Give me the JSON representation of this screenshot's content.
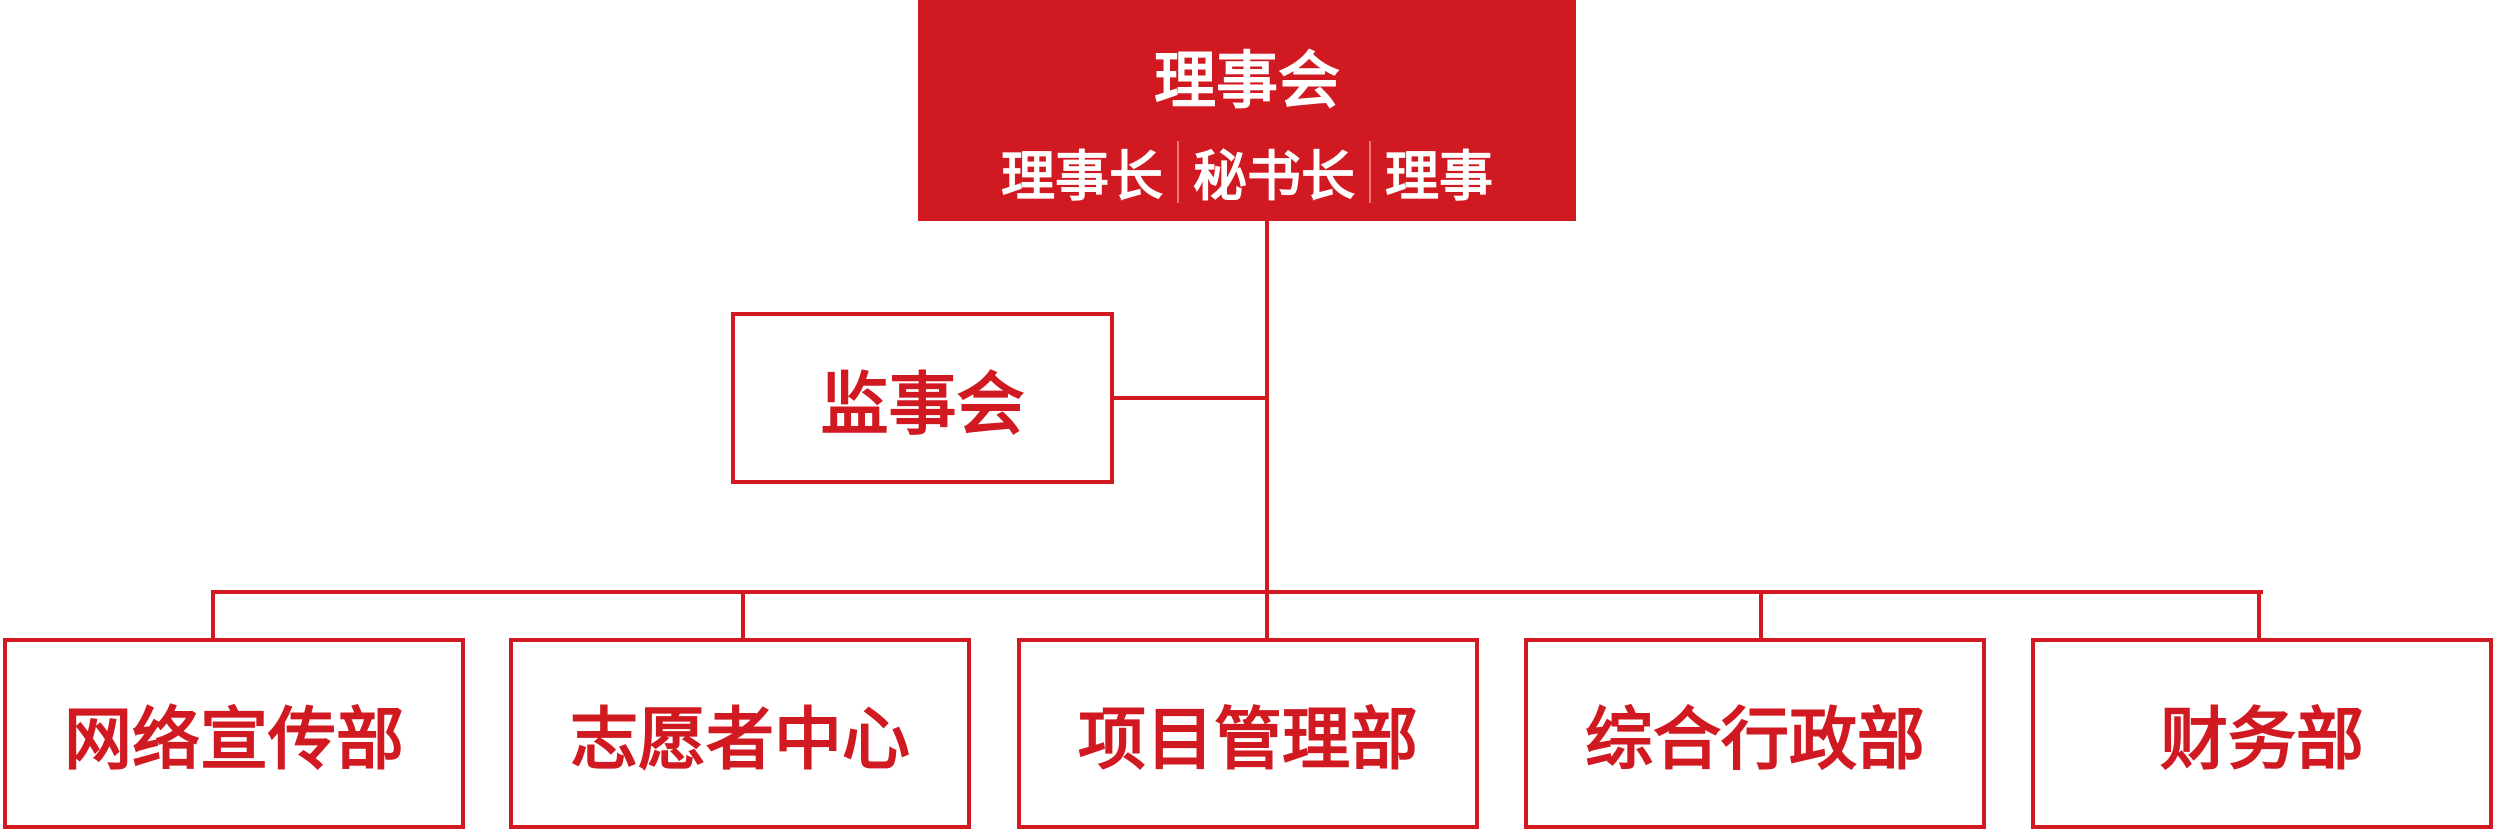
{
  "board": {
    "title": "理事会",
    "roles": [
      "理事长",
      "秘书长",
      "理事"
    ]
  },
  "supervisory": {
    "title": "监事会"
  },
  "departments": [
    "网络宣传部",
    "志愿者中心",
    "项目管理部",
    "综合行政部",
    "财务部"
  ],
  "colors": {
    "accent": "#d01920"
  }
}
